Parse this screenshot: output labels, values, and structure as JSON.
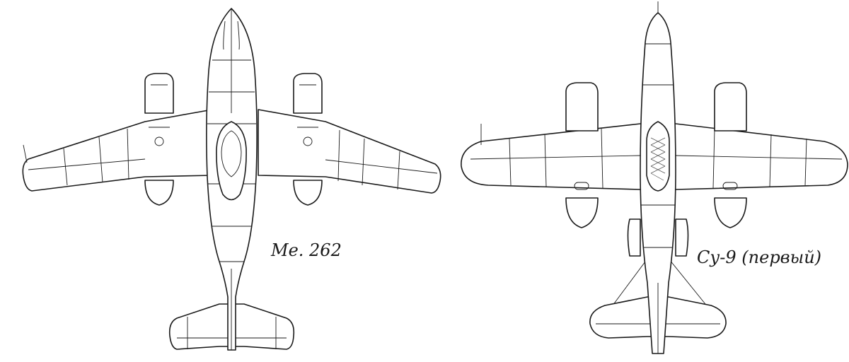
{
  "drawings": [
    {
      "name": "Me 262 plan view",
      "label": "Me. 262"
    },
    {
      "name": "Su-9 first prototype plan view",
      "label": "Су-9 (первый)"
    }
  ],
  "colors": {
    "ink": "#1a1a1a",
    "paper": "#ffffff",
    "canopy_hatch": "#555555"
  }
}
